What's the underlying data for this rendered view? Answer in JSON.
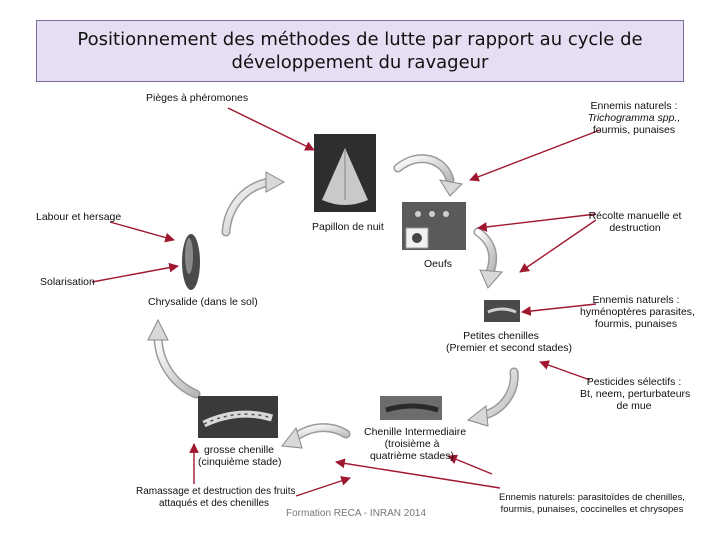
{
  "title": {
    "line1": "Positionnement des méthodes de lutte par rapport au cycle de",
    "line2": "développement du ravageur"
  },
  "stages": {
    "moth": "Papillon de nuit",
    "eggs": "Oeufs",
    "small_caterpillars": [
      "Petites chenilles",
      "(Premier et second stades)"
    ],
    "intermediate_caterpillar": [
      "Chenille Intermediaire",
      "(troisième à",
      "quatrième stades)"
    ],
    "large_caterpillar": [
      "grosse chenille",
      "(cinquième stade)"
    ],
    "pupa": "Chrysalide (dans le sol)"
  },
  "methods": {
    "pheromone_traps": "Pièges à phéromones",
    "natural_enemies_1": [
      "Ennemis naturels :",
      "Trichogramma spp.,",
      "fourmis, punaises"
    ],
    "manual_harvest": [
      "Récolte manuelle et",
      "destruction"
    ],
    "natural_enemies_2": [
      "Ennemis naturels :",
      "hyménoptères parasites,",
      "fourmis, punaises"
    ],
    "selective_pesticides": [
      "Pesticides sélectifs :",
      "Bt, neem, perturbateurs",
      "de mue"
    ],
    "natural_enemies_3": [
      "Ennemis naturels: parasitoïdes de chenilles,",
      "fourmis, punaises, coccinelles et chrysopes"
    ],
    "fruit_collection": [
      "Ramassage et destruction des fruits",
      "attaqués et des chenilles"
    ],
    "plowing": "Labour et hersage",
    "solarization": "Solarisation"
  },
  "footer": "Formation RECA - INRAN 2014",
  "colors": {
    "title_bg": "#e6def2",
    "title_border": "#7f6aa0",
    "arrow": "#a01830"
  }
}
